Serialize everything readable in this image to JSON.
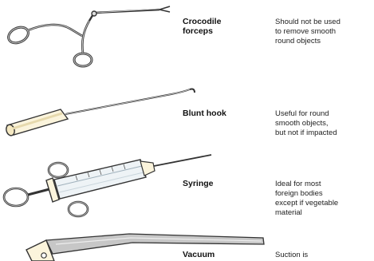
{
  "instruments": [
    {
      "name_lines": [
        "Crocodile",
        "forceps"
      ],
      "description_lines": [
        "Should not be used",
        "to remove smooth",
        "round objects"
      ],
      "illustration_icon": "crocodile-forceps-icon"
    },
    {
      "name_lines": [
        "Blunt hook"
      ],
      "description_lines": [
        "Useful for round",
        "smooth objects,",
        "but not if impacted"
      ],
      "illustration_icon": "blunt-hook-icon"
    },
    {
      "name_lines": [
        "Syringe"
      ],
      "description_lines": [
        "Ideal for most",
        "foreign bodies",
        "except if vegetable",
        "material"
      ],
      "illustration_icon": "syringe-icon"
    },
    {
      "name_lines": [
        "Vacuum"
      ],
      "description_lines": [
        "Suction is"
      ],
      "illustration_icon": "vacuum-suction-icon"
    }
  ],
  "colors": {
    "outline": "#333333",
    "handle_fill": "#fbf4dc",
    "metal": "#c7c7c7",
    "barrel": "#eef3f6"
  }
}
